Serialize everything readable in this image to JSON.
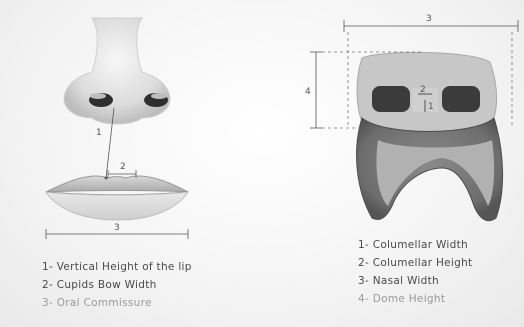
{
  "left_legend": [
    {
      "text": "1- Vertical Height of the lip"
    },
    {
      "text": "2- Cupids Bow Width"
    },
    {
      "text": "3- Oral Commissure"
    }
  ],
  "right_legend": [
    {
      "text": "1- Columellar Width"
    },
    {
      "text": "2- Columellar Height"
    },
    {
      "text": "3- Nasal Width"
    },
    {
      "text": "4- Dome Height"
    }
  ],
  "labels": {
    "lip_1": "1",
    "lip_2": "2",
    "lip_3": "3",
    "model_2": "2",
    "model_1": "1",
    "model_3": "3",
    "model_4": "4"
  }
}
